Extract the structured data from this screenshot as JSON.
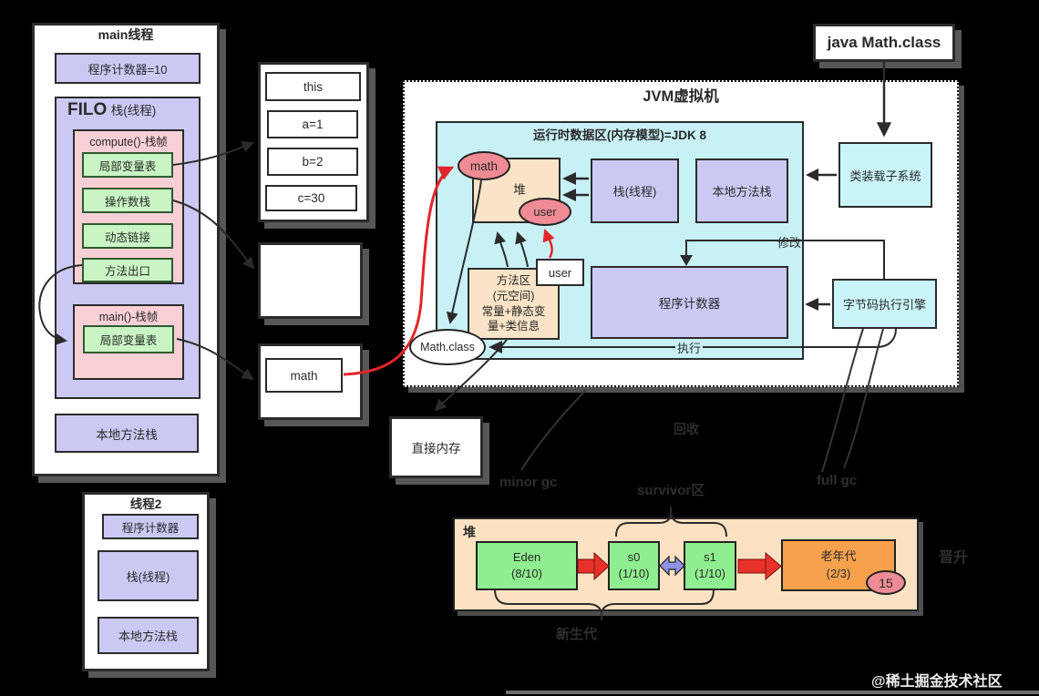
{
  "main_thread": {
    "title": "main线程",
    "pc": "程序计数器=10",
    "filo": "FILO",
    "stack_label": "栈(线程)",
    "compute_frame": {
      "title": "compute()-栈帧",
      "items": [
        "局部变量表",
        "操作数栈",
        "动态链接",
        "方法出口"
      ]
    },
    "main_frame": {
      "title": "main()-栈帧",
      "items": [
        "局部变量表"
      ]
    },
    "native_stack": "本地方法栈"
  },
  "thread2": {
    "title": "线程2",
    "items": [
      "程序计数器",
      "栈(线程)",
      "本地方法栈"
    ]
  },
  "locals_box": {
    "items": [
      "this",
      "a=1",
      "b=2",
      "c=30"
    ]
  },
  "math_box": {
    "label": "math"
  },
  "java_class_box": {
    "label": "java Math.class"
  },
  "jvm": {
    "title": "JVM虚拟机",
    "runtime_title": "运行时数据区(内存模型)=JDK 8",
    "heap": "堆",
    "math_ellipse": "math",
    "user_ellipse": "user",
    "stack": "栈(线程)",
    "native_stack": "本地方法栈",
    "method_area_lines": [
      "方法区",
      "(元空间)",
      "常量+静态变",
      "量+类信息"
    ],
    "user_box": "user",
    "pc": "程序计数器",
    "math_class": "Math.class",
    "class_loader": "类装载子系统",
    "exec_engine": "字节码执行引擎",
    "modify_label": "修改",
    "exec_label": "执行"
  },
  "direct_memory": {
    "label": "直接内存"
  },
  "heap_detail": {
    "title": "堆",
    "eden": {
      "name": "Eden",
      "cap": "(8/10)"
    },
    "s0": {
      "name": "s0",
      "cap": "(1/10)"
    },
    "s1": {
      "name": "s1",
      "cap": "(1/10)"
    },
    "old": {
      "name": "老年代",
      "cap": "(2/3)"
    },
    "age_badge": "15"
  },
  "annotations": {
    "minor_gc": "minor gc",
    "survivor": "survivor区",
    "full_gc": "full gc",
    "young_gen": "新生代",
    "recycle": "回收",
    "promote": "晋升"
  },
  "watermark": "@稀土掘金技术社区",
  "colors": {
    "purple": "#cbc9f3",
    "pink_frame": "#f9cfd6",
    "green": "#c9f4c4",
    "tan": "#fae3c6",
    "cyan": "#c9f4f9",
    "heap_green": "#8fee8f",
    "old_gen_orange": "#f8a14d",
    "ellipse_pink": "#ef8b94",
    "arrow_red": "#e2262a",
    "arrow_black": "#2b2b2b"
  }
}
